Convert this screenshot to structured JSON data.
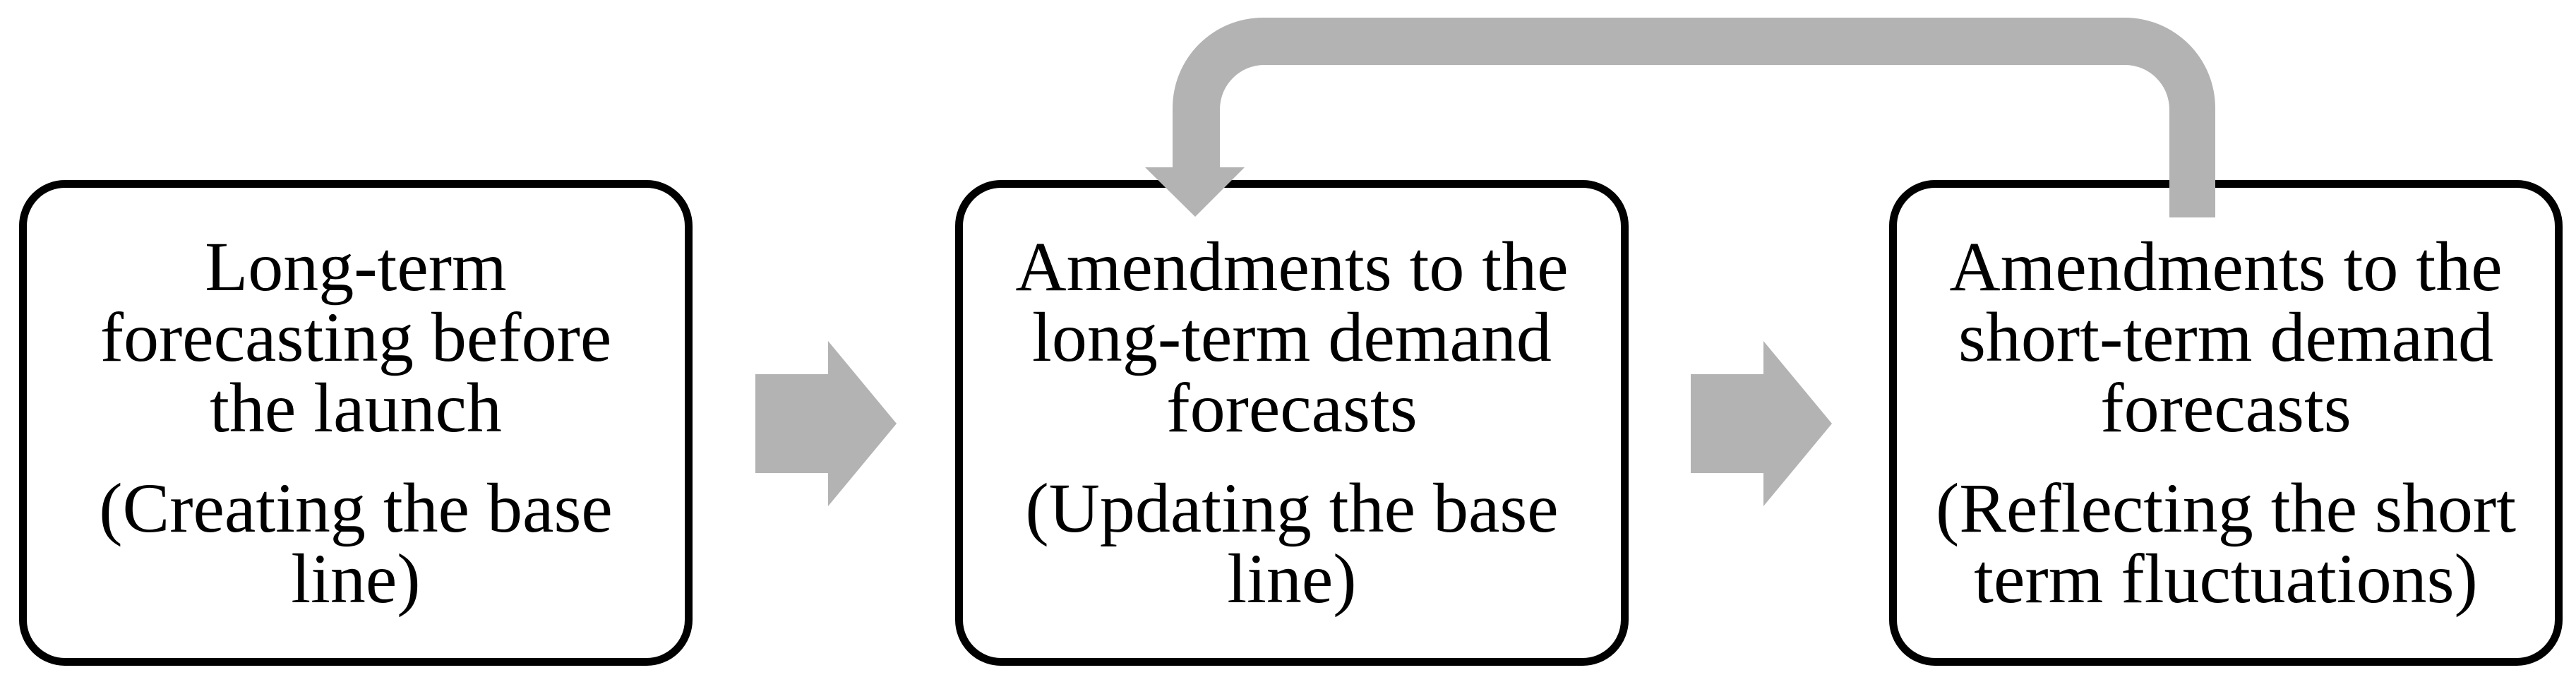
{
  "diagram": {
    "boxes": [
      {
        "title": "Long-term\nforecasting before\nthe launch",
        "subtitle": "(Creating the base\nline)"
      },
      {
        "title": "Amendments to the\nlong-term demand\nforecasts",
        "subtitle": "(Updating the base\nline)"
      },
      {
        "title": "Amendments to the\nshort-term demand\nforecasts",
        "subtitle": "(Reflecting the short\nterm fluctuations)"
      }
    ],
    "arrows": [
      {
        "name": "arrow-box1-to-box2",
        "direction": "right"
      },
      {
        "name": "arrow-box2-to-box3",
        "direction": "right"
      },
      {
        "name": "feedback-arrow-box3-to-box2",
        "direction": "loop-back-left"
      }
    ],
    "colors": {
      "arrow_gray": "#b3b3b3",
      "box_border": "#000000",
      "text": "#000000",
      "background": "#ffffff"
    }
  }
}
